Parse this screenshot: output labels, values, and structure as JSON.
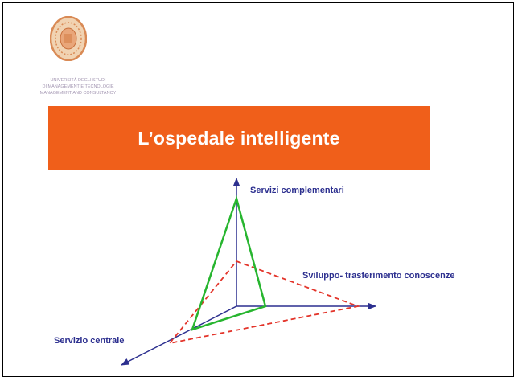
{
  "slide": {
    "title": "L’ospedale intelligente"
  },
  "logo": {
    "seal_icon": "university-seal-icon",
    "text_lines": [
      "UNIVERSITÀ DEGLI STUDI",
      "DI MANAGEMENT E TECNOLOGIE",
      "MANAGEMENT AND CONSULTANCY"
    ]
  },
  "diagram": {
    "labels": {
      "vertical_axis": "Servizi complementari",
      "horizontal_axis": "Sviluppo- trasferimento conoscenze",
      "diagonal_axis": "Servizio centrale"
    },
    "colors": {
      "axes": "#2c2f8f",
      "solid_triangle": "#27b52f",
      "dashed_triangle": "#e3342a",
      "label_text": "#2c2f8f"
    }
  }
}
